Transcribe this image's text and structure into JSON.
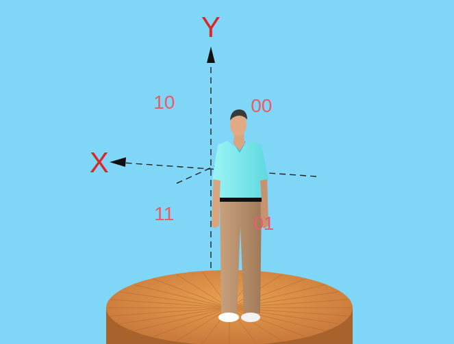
{
  "diagram": {
    "labels": [
      "Y",
      "X",
      "10",
      "00",
      "11",
      "01"
    ]
  }
}
